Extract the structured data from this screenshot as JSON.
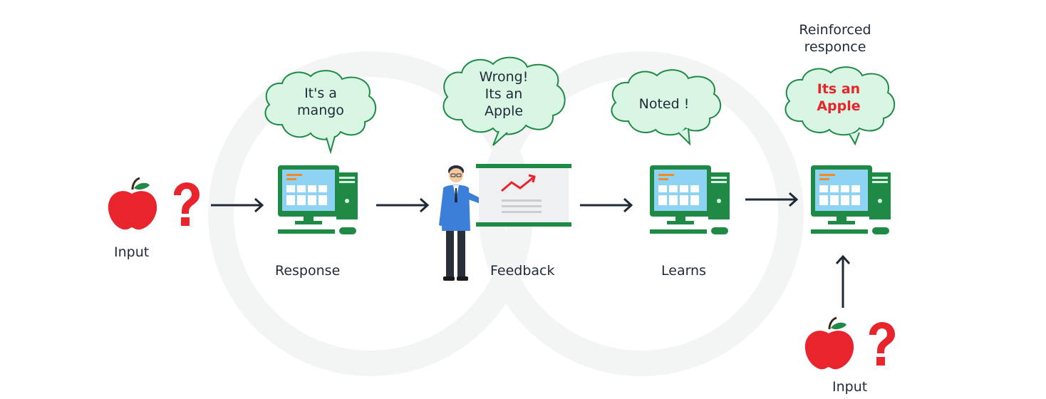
{
  "labels": {
    "input_left": "Input",
    "response": "Response",
    "feedback": "Feedback",
    "learns": "Learns",
    "input_bottom": "Input",
    "reinforced_line1": "Reinforced",
    "reinforced_line2": "responce"
  },
  "clouds": {
    "response": {
      "line1": "It's a",
      "line2": "mango"
    },
    "feedback": {
      "line1": "Wrong!",
      "line2": "Its an",
      "line3": "Apple"
    },
    "learns": {
      "line1": "Noted !"
    },
    "reinforced": {
      "line1": "Its an",
      "line2": "Apple"
    }
  },
  "colors": {
    "cloud_fill": "#d9f5e4",
    "cloud_stroke": "#1f8a46",
    "computer_green": "#1f8a46",
    "screen_blue": "#8fd3f4",
    "apple_red": "#e8242c",
    "question_red": "#e8242c",
    "arrow": "#1f2a37",
    "highlight_red": "#e8242c"
  },
  "icons": {
    "apple": "apple-icon",
    "question": "question-mark-icon",
    "computer": "computer-icon",
    "teacher": "teacher-icon",
    "board": "presentation-board-icon"
  }
}
